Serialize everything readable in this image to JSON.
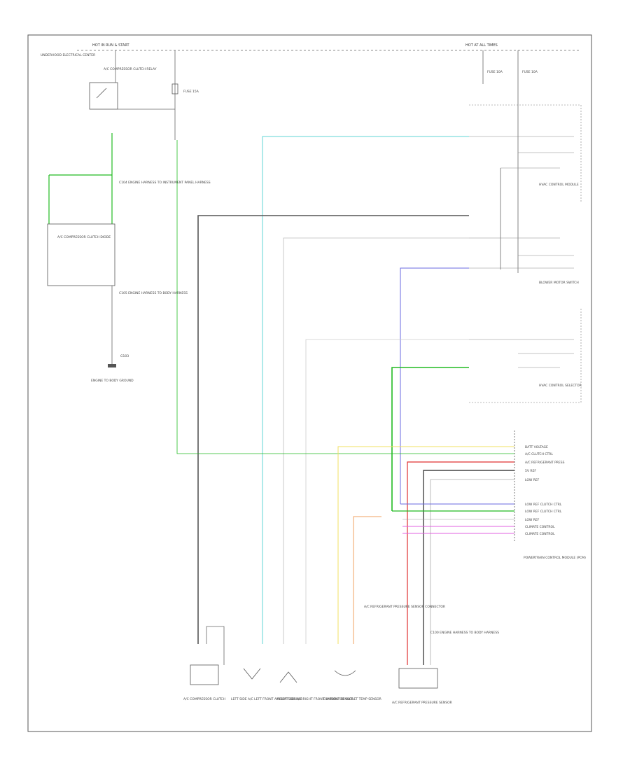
{
  "diagram": {
    "frame_label": "",
    "labels": {
      "hot_top_left": "HOT IN RUN & START",
      "hot_top_right": "HOT AT ALL TIMES",
      "underhood_block": "UNDERHOOD ELECTRICAL CENTER",
      "relay_left": "A/C COMPRESSOR CLUTCH RELAY",
      "fuse_left": "FUSE 15A",
      "fuse_right_a": "FUSE 10A",
      "fuse_right_b": "FUSE 10A",
      "junction_upper": "C104 ENGINE HARNESS TO INSTRUMENT PANEL HARNESS",
      "clutch_diode": "A/C COMPRESSOR CLUTCH DIODE",
      "junction_lower": "C105 ENGINE HARNESS TO BODY HARNESS",
      "ground_left": "G103",
      "ground_left_caption": "ENGINE TO BODY GROUND",
      "switch_block_1": "HVAC CONTROL MODULE",
      "switch_block_2": "BLOWER MOTOR SWITCH",
      "switch_block_3": "HVAC CONTROL SELECTOR",
      "pcm_block": "POWERTRAIN CONTROL MODULE (PCM)",
      "pcm_pins": [
        "BATT VOLTAGE",
        "A/C CLUTCH CTRL",
        "A/C REFRIGERANT PRESS",
        "5V REF",
        "LOW REF",
        "LOW REF CLUTCH CTRL",
        "LOW REF CLUTCH CTRL",
        "LOW REF",
        "CLIMATE CONTROL",
        "CLIMATE CONTROL"
      ],
      "connector_mid": "A/C REFRIGERANT PRESSURE SENSOR CONNECTOR",
      "sensor_right_caption": "C100 ENGINE HARNESS TO BODY HARNESS",
      "bottom_components": [
        "A/C COMPRESSOR CLUTCH",
        "LEFT SIDE A/C LEFT FRONT AMBIENT SENSOR",
        "RIGHT SIDE A/C RIGHT FRONT AMBIENT SENSOR",
        "EVAPORATOR OUTLET TEMP SENSOR",
        "A/C REFRIGERANT PRESSURE SENSOR"
      ]
    }
  }
}
